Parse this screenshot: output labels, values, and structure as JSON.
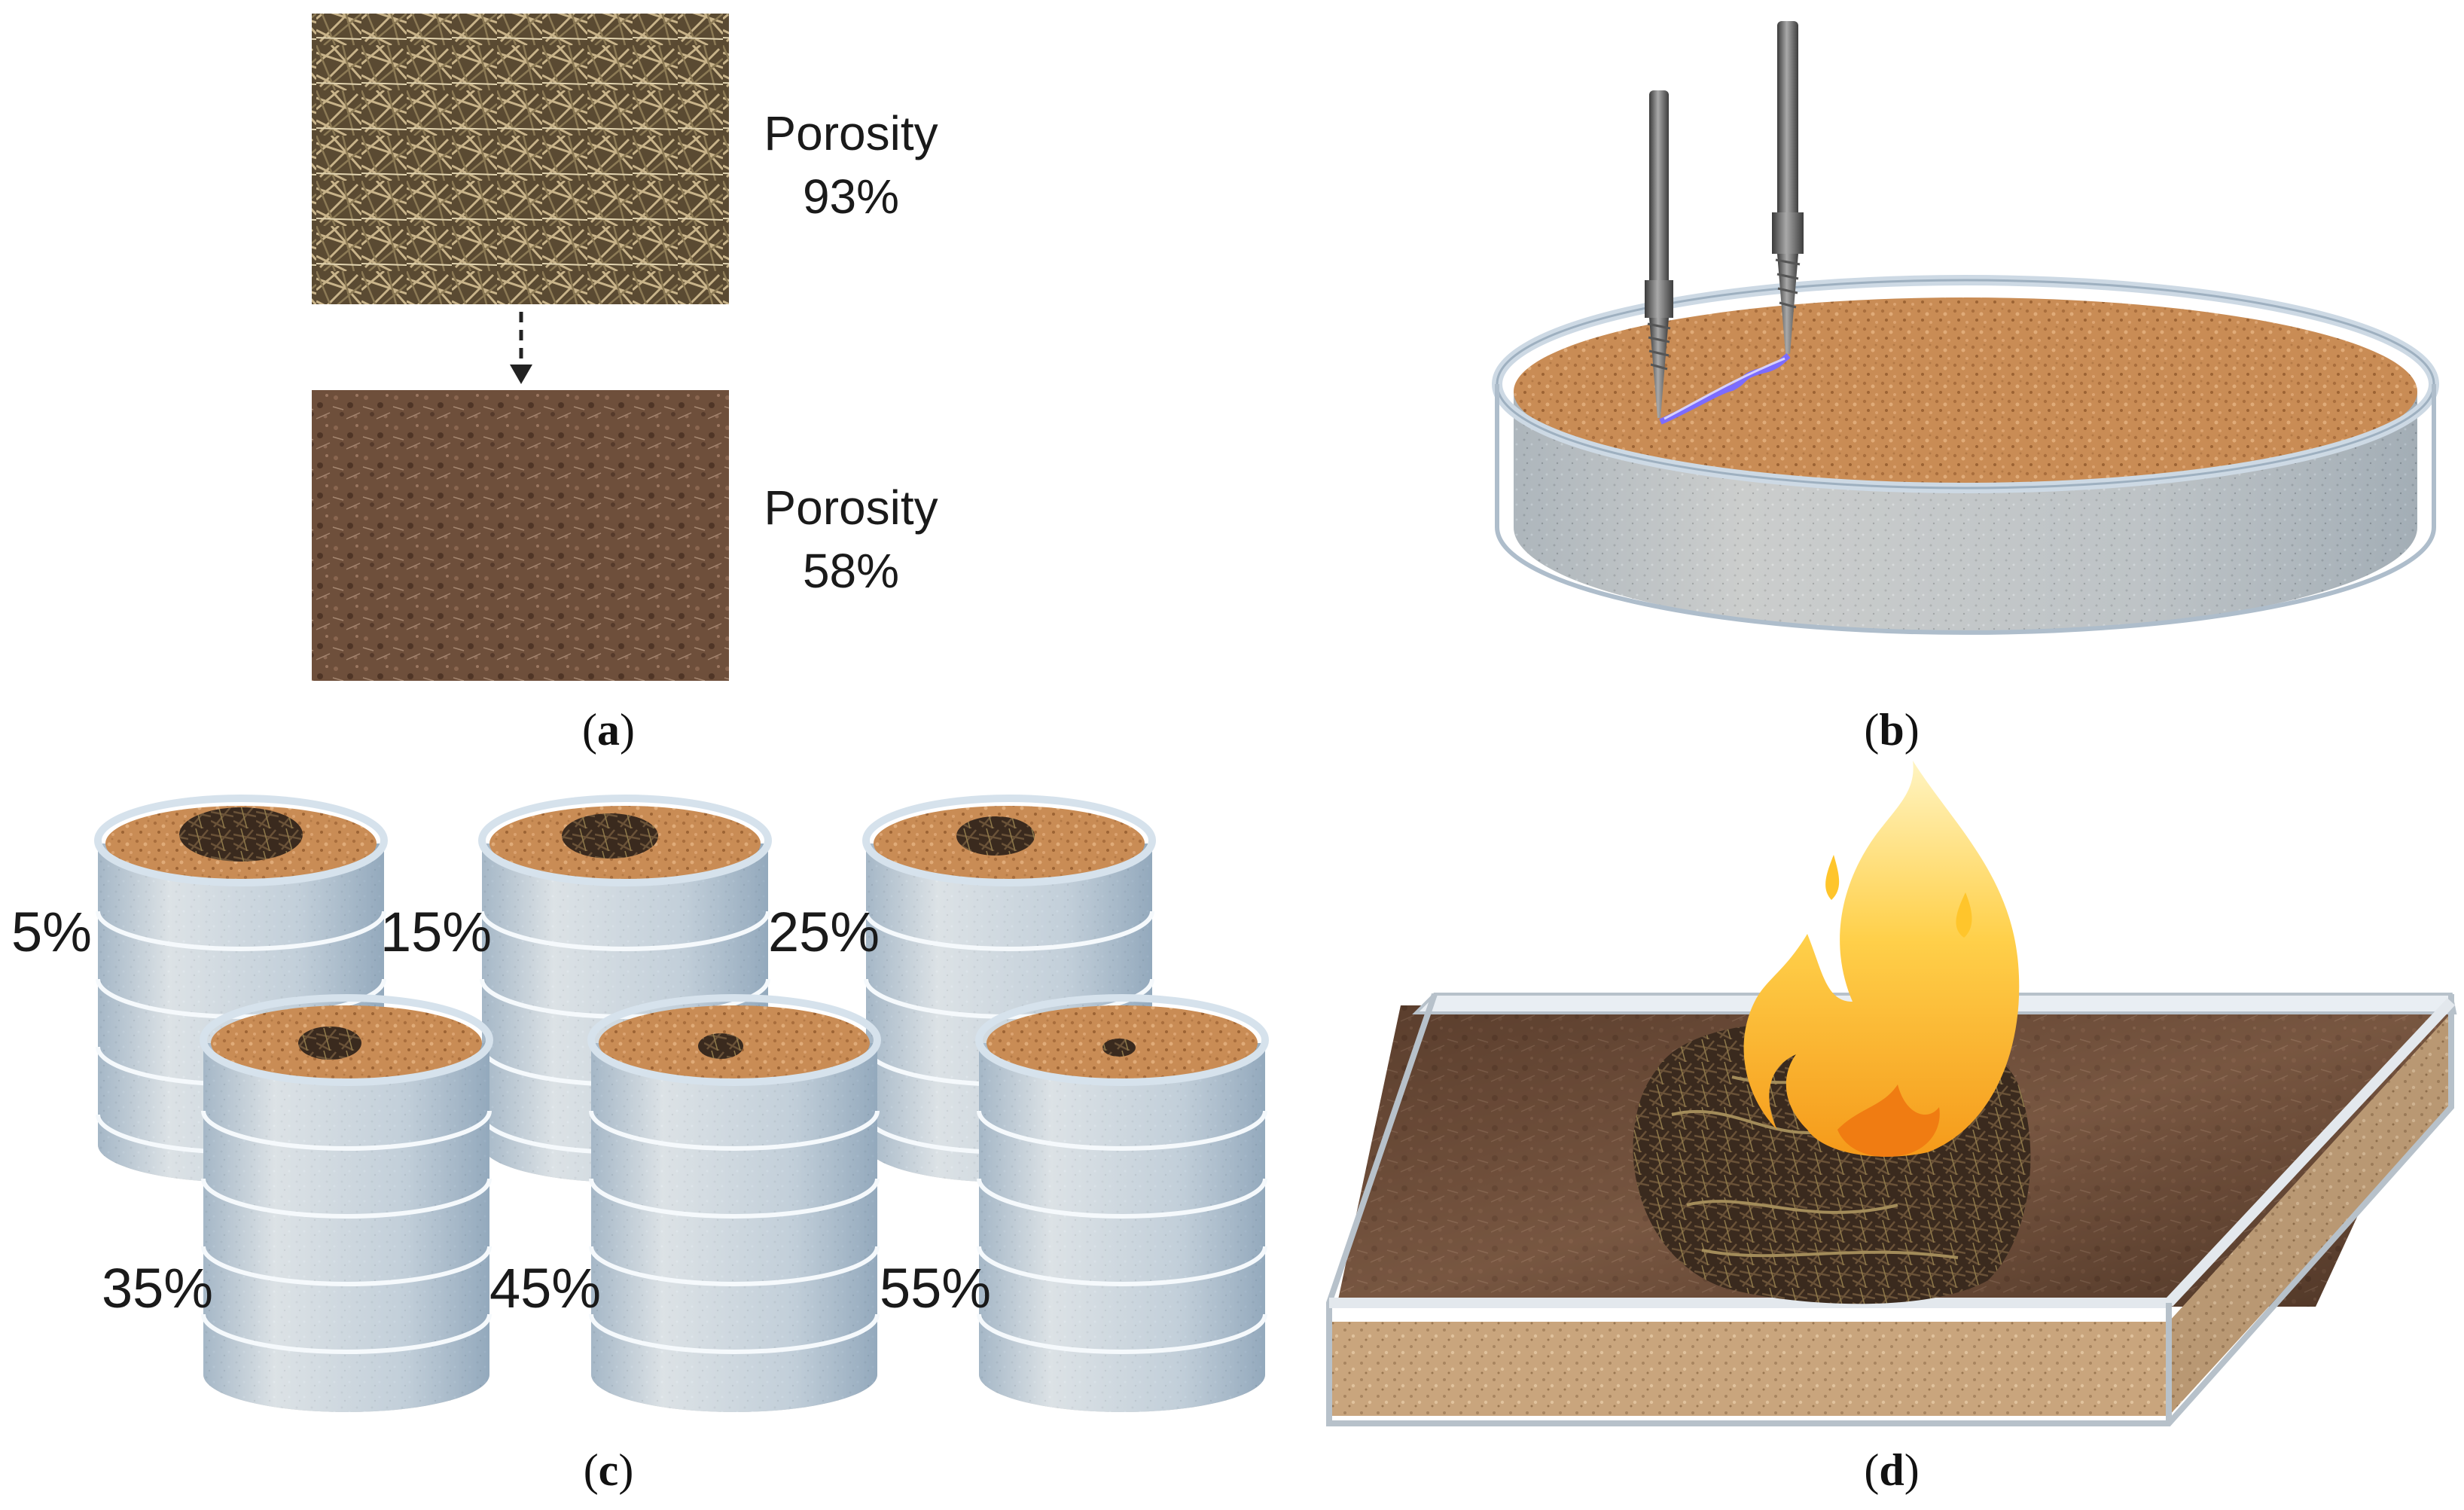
{
  "panel_a": {
    "label": "a",
    "top_caption_line1": "Porosity",
    "top_caption_line2": "93%",
    "bottom_caption_line1": "Porosity",
    "bottom_caption_line2": "58%"
  },
  "panel_b": {
    "label": "b"
  },
  "panel_c": {
    "label": "c",
    "percentages": [
      "5%",
      "15%",
      "25%",
      "35%",
      "45%",
      "55%"
    ]
  },
  "panel_d": {
    "label": "d"
  },
  "colors": {
    "peat_surface": "#c98c55",
    "soil_dark": "#6b4a35",
    "glass": "#d6e6f2",
    "ash_grey": "#b9b7b2",
    "flame_yellow": "#ffc52b",
    "flame_orange": "#f07c12",
    "arc_purple": "#7b6cff"
  }
}
